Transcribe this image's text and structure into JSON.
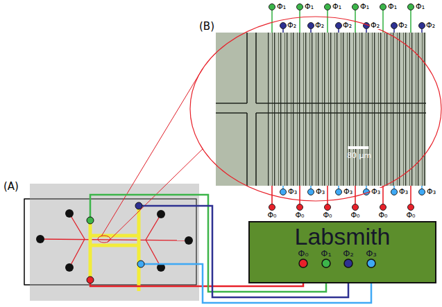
{
  "diagram": {
    "nodes": [
      {
        "text": [
          "Labsmith"
        ]
      }
    ],
    "labels": [
      "(A)",
      "(B)",
      "80 µm",
      "Φ₁",
      "Φ₂",
      "Φ₁",
      "Φ₂",
      "Φ₁",
      "Φ₂",
      "Φ₁",
      "Φ₂",
      "Φ₁",
      "Φ₂",
      "Φ₁",
      "Φ₂",
      "Φ₀",
      "Φ₃",
      "Φ₀",
      "Φ₃",
      "Φ₀",
      "Φ₃",
      "Φ₀",
      "Φ₃",
      "Φ₀",
      "Φ₃",
      "Φ₀",
      "Φ₃",
      "Φ₀",
      "Φ₁",
      "Φ₂",
      "Φ₃"
    ]
  }
}
